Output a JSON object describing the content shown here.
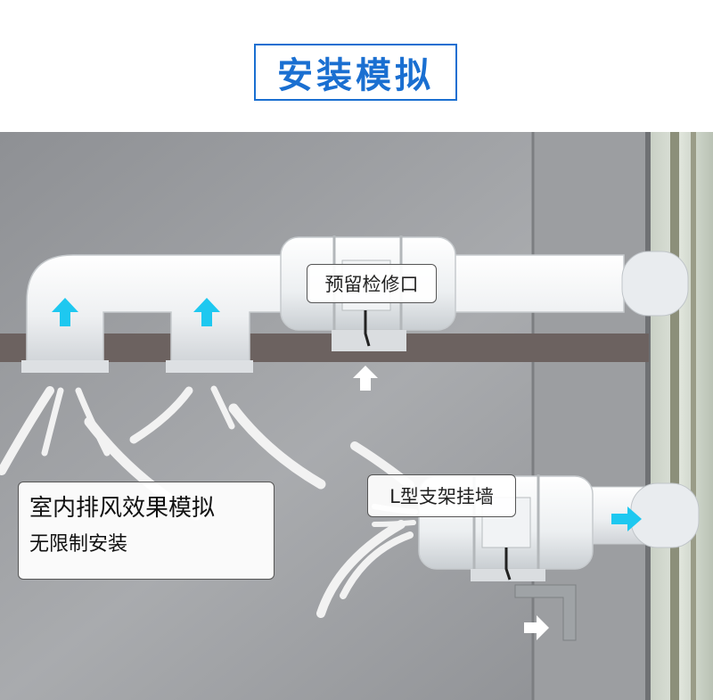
{
  "title": "安装模拟",
  "labels": {
    "inspection_port": "预留检修口",
    "l_bracket": "L型支架挂墙"
  },
  "info_panel": {
    "title": "室内排风效果模拟",
    "subtitle": "无限制安装"
  },
  "colors": {
    "accent": "#1a6fd1",
    "airflow_arrow": "#1ec8f0"
  },
  "icons": [
    "airflow-up-arrow-icon",
    "airflow-right-arrow-icon",
    "pointer-up-arrow-icon",
    "pointer-right-arrow-icon"
  ]
}
